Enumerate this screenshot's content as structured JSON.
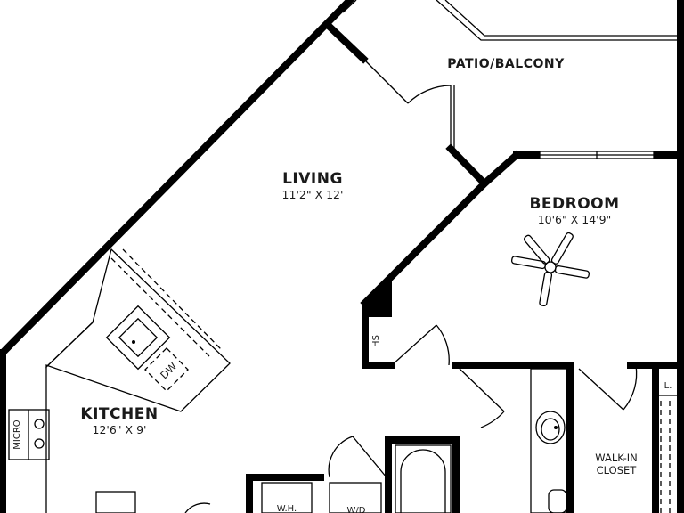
{
  "labels": {
    "patio": "PATIO/BALCONY",
    "living": "LIVING",
    "living_dim": "11'2\" X 12'",
    "bedroom": "BEDROOM",
    "bedroom_dim": "10'6\" X 14'9\"",
    "kitchen": "KITCHEN",
    "kitchen_dim": "12'6\" X 9'",
    "micro": "MICRO",
    "dw": "DW",
    "hs": "HS",
    "walkin_1": "WALK-IN",
    "walkin_2": "CLOSET",
    "wh": "W.H.",
    "wd": "W/D",
    "linen": "L."
  }
}
